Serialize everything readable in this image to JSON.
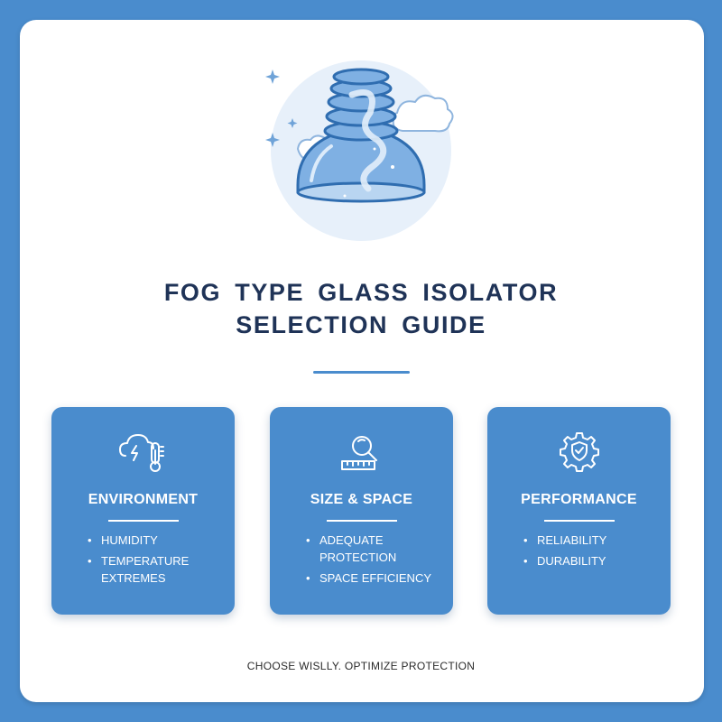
{
  "title": {
    "line1": "FOG TYPE GLASS ISOLATOR",
    "line2": "SELECTION GUIDE"
  },
  "hero_icon": "glass-isolator-icon",
  "panels": [
    {
      "icon": "weather-thermometer-icon",
      "title": "ENVIRONMENT",
      "items": [
        "HUMIDITY",
        "TEMPERATURE EXTREMES"
      ]
    },
    {
      "icon": "magnifier-ruler-icon",
      "title": "SIZE & SPACE",
      "items": [
        "ADEQUATE PROTECTION",
        "SPACE EFFICIENCY"
      ]
    },
    {
      "icon": "gear-shield-icon",
      "title": "PERFORMANCE",
      "items": [
        "RELIABILITY",
        "DURABILITY"
      ]
    }
  ],
  "footer": "CHOOSE WISLLY. OPTIMIZE PROTECTION",
  "colors": {
    "background": "#4a8ccd",
    "card": "#ffffff",
    "title": "#1f3357",
    "panel": "#4a8ccd"
  }
}
